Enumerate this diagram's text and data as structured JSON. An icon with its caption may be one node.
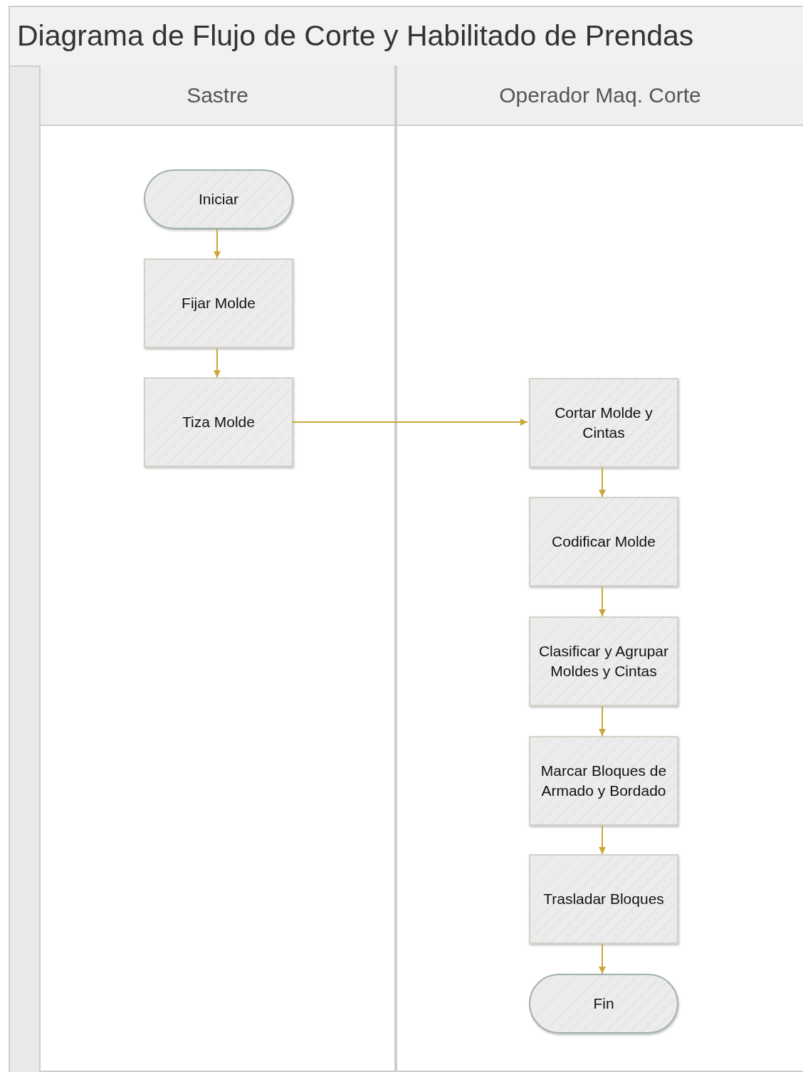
{
  "diagram": {
    "title": "Diagrama de Flujo de Corte y Habilitado de Prendas",
    "nodes": [
      {
        "text": [
          "Sastre"
        ]
      },
      {
        "text": [
          "Iniciar"
        ],
        "in": 0
      },
      {
        "text": [
          "Fijar Molde"
        ],
        "in": 0
      },
      {
        "text": [
          "Tiza Molde"
        ],
        "in": 0
      },
      {
        "text": [
          "Operador Maq. Corte"
        ]
      },
      {
        "text": [
          "Cortar Molde y Cintas"
        ],
        "in": 4
      },
      {
        "text": [
          "Codificar Molde"
        ],
        "in": 4
      },
      {
        "text": [
          "Clasificar y Agrupar Moldes y Cintas"
        ],
        "in": 4
      },
      {
        "text": [
          "Marcar Bloques de Armado y Bordado"
        ],
        "in": 4
      },
      {
        "text": [
          "Trasladar Bloques"
        ],
        "in": 4
      },
      {
        "text": [
          "Fin"
        ],
        "in": 4
      }
    ],
    "edges": [
      {
        "from": 1,
        "to": 2,
        "arrow": "to"
      },
      {
        "from": 2,
        "to": 3,
        "arrow": "to"
      },
      {
        "from": 3,
        "to": 5,
        "arrow": "to"
      },
      {
        "from": 5,
        "to": 6,
        "arrow": "to"
      },
      {
        "from": 6,
        "to": 7,
        "arrow": "to"
      },
      {
        "from": 7,
        "to": 8,
        "arrow": "to"
      },
      {
        "from": 8,
        "to": 9,
        "arrow": "to"
      },
      {
        "from": 9,
        "to": 10,
        "arrow": "to"
      }
    ]
  }
}
